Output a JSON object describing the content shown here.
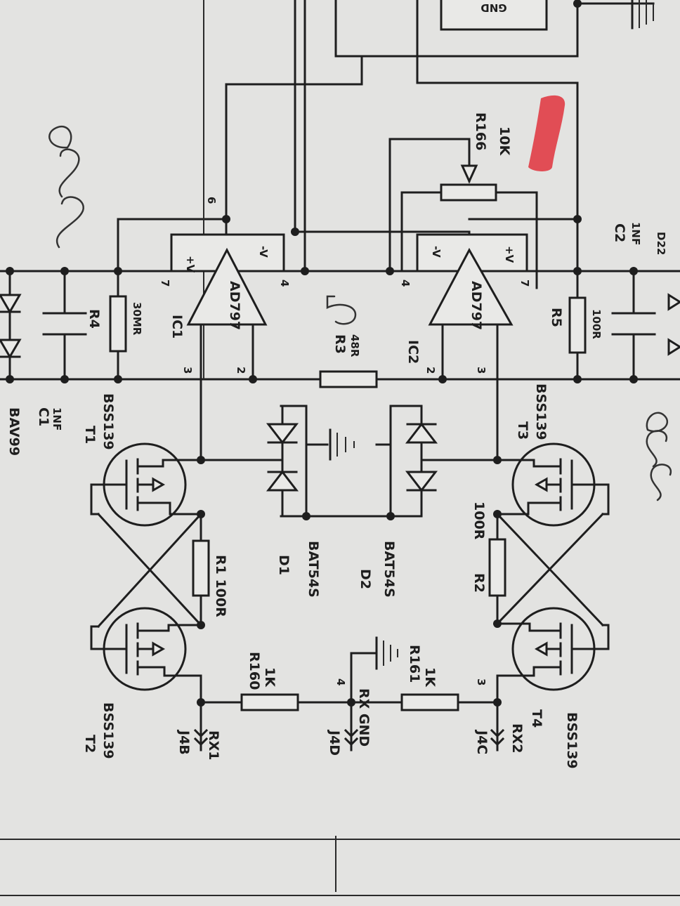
{
  "colors": {
    "paper": "#e3e3e1",
    "ink": "#1e1e1e",
    "marker": "#e0323c"
  },
  "labels": {
    "top_gnd": "GND",
    "ic1_name": "IC1",
    "ic1_part": "AD797",
    "ic2_name": "IC2",
    "ic2_part": "AD797",
    "ic1_pin6": "6",
    "ic1_pin7": "7",
    "ic1_pin4": "4",
    "ic1_pin3": "3",
    "ic1_pin2": "2",
    "ic2_pin7": "7",
    "ic2_pin4": "4",
    "ic2_pin3": "3",
    "ic2_pin2": "2",
    "pos_v": "+V",
    "neg_v": "-V",
    "neg_v2": "-V",
    "pos_v2": "+V",
    "r166_name": "R166",
    "r166_val": "10K",
    "r4_name": "R4",
    "r4_val": "30MR",
    "r5_name": "R5",
    "r5_val": "100R",
    "r3_name": "R3",
    "r3_val": "48R",
    "c1_name": "C1",
    "c1_val": "1NF",
    "c2_name": "C2",
    "c2_val": "1NF",
    "d22": "D22",
    "bav99": "BAV99",
    "t1_name": "T1",
    "t1_part": "BSS139",
    "t2_name": "T2",
    "t2_part": "BSS139",
    "t3_name": "T3",
    "t3_part": "BSS139",
    "t4_name": "T4",
    "t4_part": "BSS139",
    "d1_name": "D1",
    "d1_part": "BAT54S",
    "d2_name": "D2",
    "d2_part": "BAT54S",
    "r1_label": "R1 100R",
    "r2_name": "R2",
    "r2_val": "100R",
    "r160_name": "R160",
    "r160_val": "1K",
    "r161_name": "R161",
    "r161_val": "1K",
    "j4b_name": "J4B",
    "j4b_sig": "RX1",
    "j4d_name": "J4D",
    "j4d_sig": "RX GND",
    "j4c_name": "J4C",
    "j4c_sig": "RX2",
    "pin4": "4",
    "pin3": "3",
    "hand_220_left": "220",
    "hand_220_right": "220",
    "hand_5": "5"
  }
}
